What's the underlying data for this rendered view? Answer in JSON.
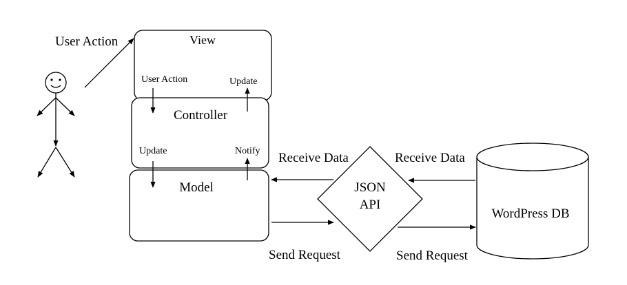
{
  "actor": {
    "label": "User Action"
  },
  "view": {
    "title": "View",
    "down_label": "User Action",
    "up_label": "Update"
  },
  "controller": {
    "title": "Controller",
    "down_label": "Update",
    "up_label": "Notify"
  },
  "model": {
    "title": "Model"
  },
  "json_api": {
    "line1": "JSON",
    "line2": "API"
  },
  "database": {
    "title": "WordPress DB"
  },
  "links": {
    "receive_left": "Receive Data",
    "receive_right": "Receive Data",
    "send_left": "Send Request",
    "send_right": "Send Request"
  }
}
